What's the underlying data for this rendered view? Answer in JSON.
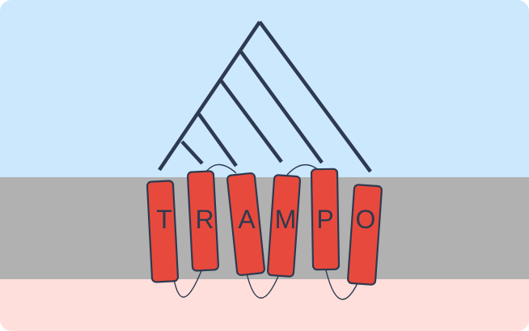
{
  "logo": {
    "letters": [
      "T",
      "R",
      "A",
      "M",
      "P",
      "O"
    ]
  },
  "colors": {
    "background_top": "#cbe8fd",
    "background_middle": "#b1b1b1",
    "background_bottom": "#ffdfdc",
    "helix_fill": "#e8493d",
    "outline": "#2d3a4f",
    "letter": "#2d3a4f"
  }
}
